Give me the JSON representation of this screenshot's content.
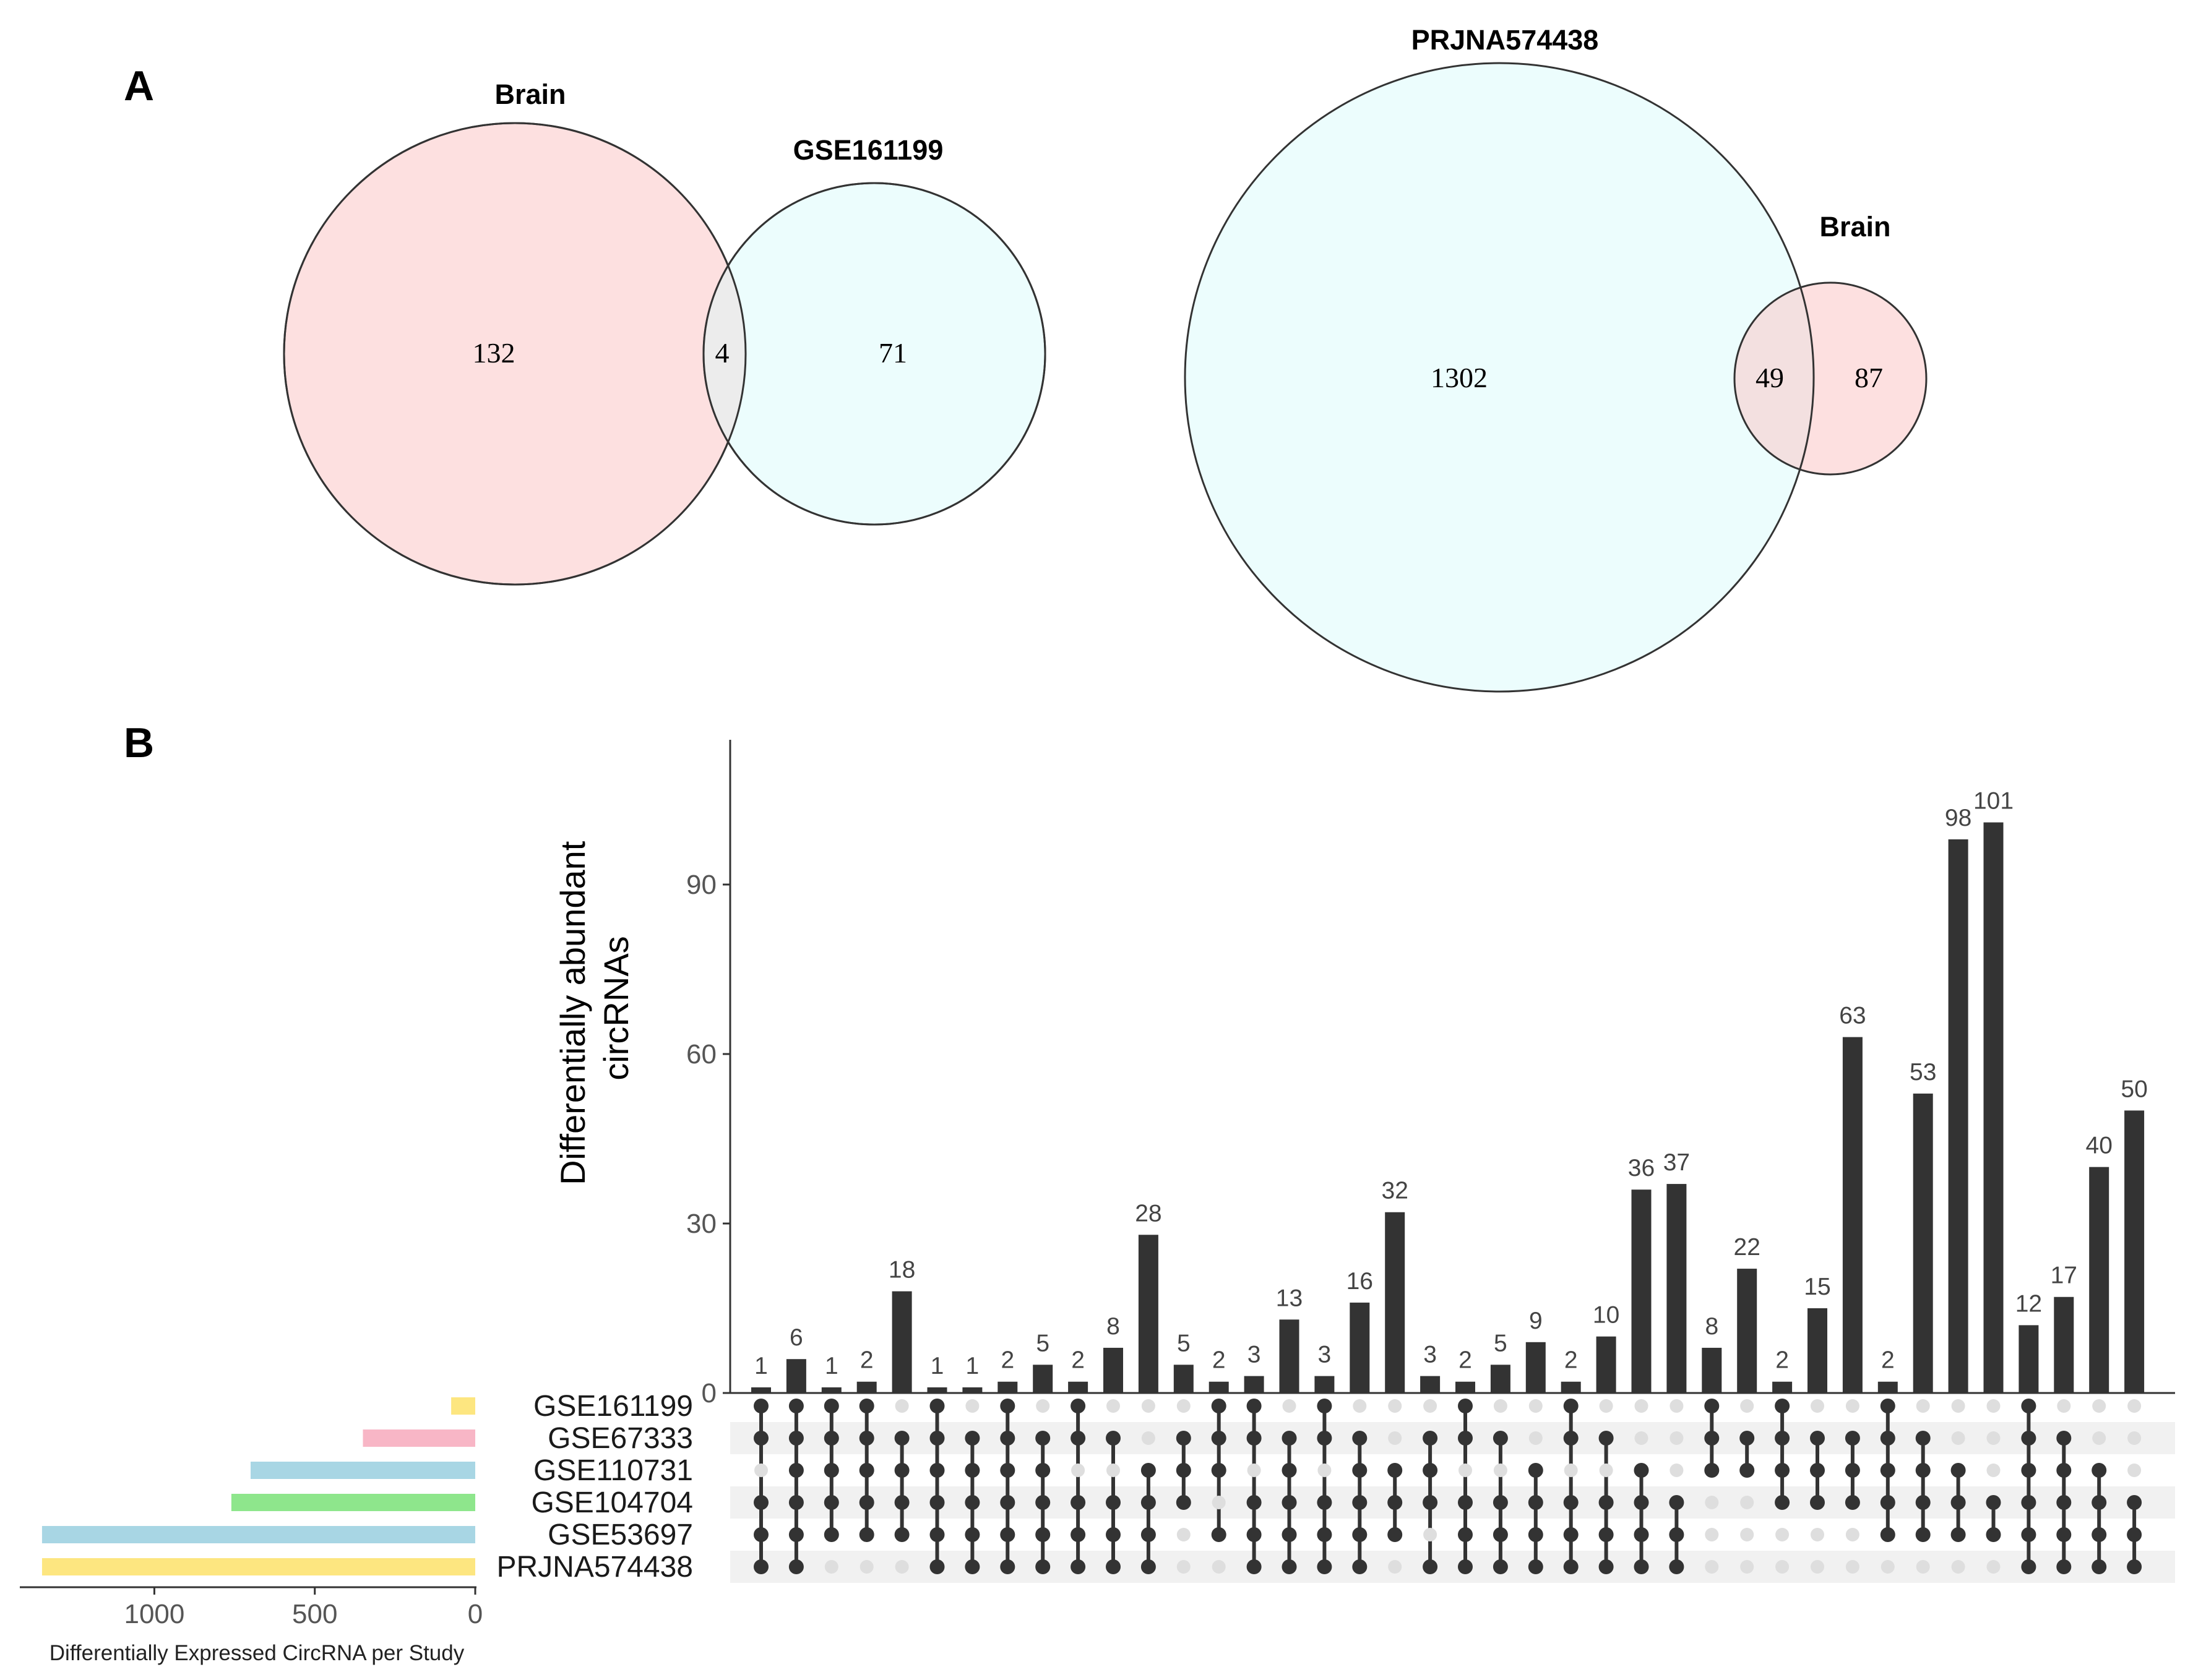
{
  "panel_a_label": "A",
  "panel_b_label": "B",
  "chart_data": [
    {
      "type": "venn",
      "panel": "A",
      "sets": [
        {
          "name": "Brain",
          "color": "#fde0e0"
        },
        {
          "name": "GSE161199",
          "color": "#ecfdfd"
        }
      ],
      "regions": {
        "only_first": "132",
        "overlap": "4",
        "only_second": "71"
      },
      "overlap_color": "#ececec"
    },
    {
      "type": "venn",
      "panel": "A",
      "sets": [
        {
          "name": "PRJNA574438",
          "color": "#ecfdfd"
        },
        {
          "name": "Brain",
          "color": "#fde0e0"
        }
      ],
      "regions": {
        "only_first": "1302",
        "overlap": "49",
        "only_second": "87"
      },
      "overlap_color": "#f3e0e0"
    },
    {
      "type": "upset",
      "panel": "B",
      "ylabel_lines": [
        "Differentially abundant",
        "circRNAs"
      ],
      "ylim": [
        0,
        115
      ],
      "yticks": [
        0,
        30,
        60,
        90
      ],
      "sets": [
        "GSE161199",
        "GSE67333",
        "GSE110731",
        "GSE104704",
        "GSE53697",
        "PRJNA574438"
      ],
      "set_colors": [
        "#fde680",
        "#f8b6c6",
        "#a8d6e4",
        "#8ee68c",
        "#a8d6e4",
        "#fde680"
      ],
      "set_sizes": [
        75,
        350,
        700,
        760,
        1350,
        1350
      ],
      "set_size_ticks": [
        1000,
        500,
        0
      ],
      "set_size_xlim": [
        1400,
        0
      ],
      "set_size_xlabel": "Differentially Expressed CircRNA per Study",
      "bar_color": "#333333",
      "dot_active_color": "#333333",
      "dot_inactive_color": "#dedede",
      "intersections": [
        {
          "count": 1,
          "sets": [
            0,
            1,
            3,
            4,
            5
          ]
        },
        {
          "count": 6,
          "sets": [
            0,
            1,
            2,
            3,
            4,
            5
          ]
        },
        {
          "count": 1,
          "sets": [
            0,
            1,
            2,
            3,
            4
          ]
        },
        {
          "count": 2,
          "sets": [
            0,
            1,
            2,
            3,
            4
          ]
        },
        {
          "count": 18,
          "sets": [
            1,
            2,
            3,
            4
          ]
        },
        {
          "count": 1,
          "sets": [
            0,
            1,
            2,
            3,
            4,
            5
          ]
        },
        {
          "count": 1,
          "sets": [
            1,
            2,
            3,
            4,
            5
          ]
        },
        {
          "count": 2,
          "sets": [
            0,
            1,
            2,
            3,
            4,
            5
          ]
        },
        {
          "count": 5,
          "sets": [
            1,
            2,
            3,
            4,
            5
          ]
        },
        {
          "count": 2,
          "sets": [
            0,
            1,
            3,
            4,
            5
          ]
        },
        {
          "count": 8,
          "sets": [
            1,
            3,
            4,
            5
          ]
        },
        {
          "count": 28,
          "sets": [
            2,
            3,
            4,
            5
          ]
        },
        {
          "count": 5,
          "sets": [
            1,
            2,
            3
          ]
        },
        {
          "count": 2,
          "sets": [
            0,
            1,
            2,
            4
          ]
        },
        {
          "count": 3,
          "sets": [
            0,
            1,
            3,
            4,
            5
          ]
        },
        {
          "count": 13,
          "sets": [
            1,
            2,
            3,
            4,
            5
          ]
        },
        {
          "count": 3,
          "sets": [
            0,
            1,
            3,
            4,
            5
          ]
        },
        {
          "count": 16,
          "sets": [
            1,
            2,
            3,
            4,
            5
          ]
        },
        {
          "count": 32,
          "sets": [
            2,
            3,
            4
          ]
        },
        {
          "count": 3,
          "sets": [
            1,
            2,
            3,
            5
          ]
        },
        {
          "count": 2,
          "sets": [
            0,
            1,
            3,
            4,
            5
          ]
        },
        {
          "count": 5,
          "sets": [
            1,
            3,
            4,
            5
          ]
        },
        {
          "count": 9,
          "sets": [
            2,
            3,
            4,
            5
          ]
        },
        {
          "count": 2,
          "sets": [
            0,
            1,
            3,
            4,
            5
          ]
        },
        {
          "count": 10,
          "sets": [
            1,
            3,
            4,
            5
          ]
        },
        {
          "count": 36,
          "sets": [
            2,
            3,
            4,
            5
          ]
        },
        {
          "count": 37,
          "sets": [
            3,
            4,
            5
          ]
        },
        {
          "count": 8,
          "sets": [
            0,
            1,
            2
          ]
        },
        {
          "count": 22,
          "sets": [
            1,
            2
          ]
        },
        {
          "count": 2,
          "sets": [
            0,
            1,
            2,
            3
          ]
        },
        {
          "count": 15,
          "sets": [
            1,
            2,
            3
          ]
        },
        {
          "count": 63,
          "sets": [
            1,
            2,
            3
          ]
        },
        {
          "count": 2,
          "sets": [
            0,
            1,
            2,
            3,
            4
          ]
        },
        {
          "count": 53,
          "sets": [
            1,
            2,
            3,
            4
          ]
        },
        {
          "count": 98,
          "sets": [
            2,
            3,
            4
          ]
        },
        {
          "count": 101,
          "sets": [
            3,
            4
          ]
        },
        {
          "count": 12,
          "sets": [
            0,
            1,
            2,
            3,
            4,
            5
          ]
        },
        {
          "count": 17,
          "sets": [
            1,
            2,
            3,
            4,
            5
          ]
        },
        {
          "count": 40,
          "sets": [
            2,
            3,
            4,
            5
          ]
        },
        {
          "count": 50,
          "sets": [
            3,
            4,
            5
          ]
        }
      ]
    }
  ]
}
